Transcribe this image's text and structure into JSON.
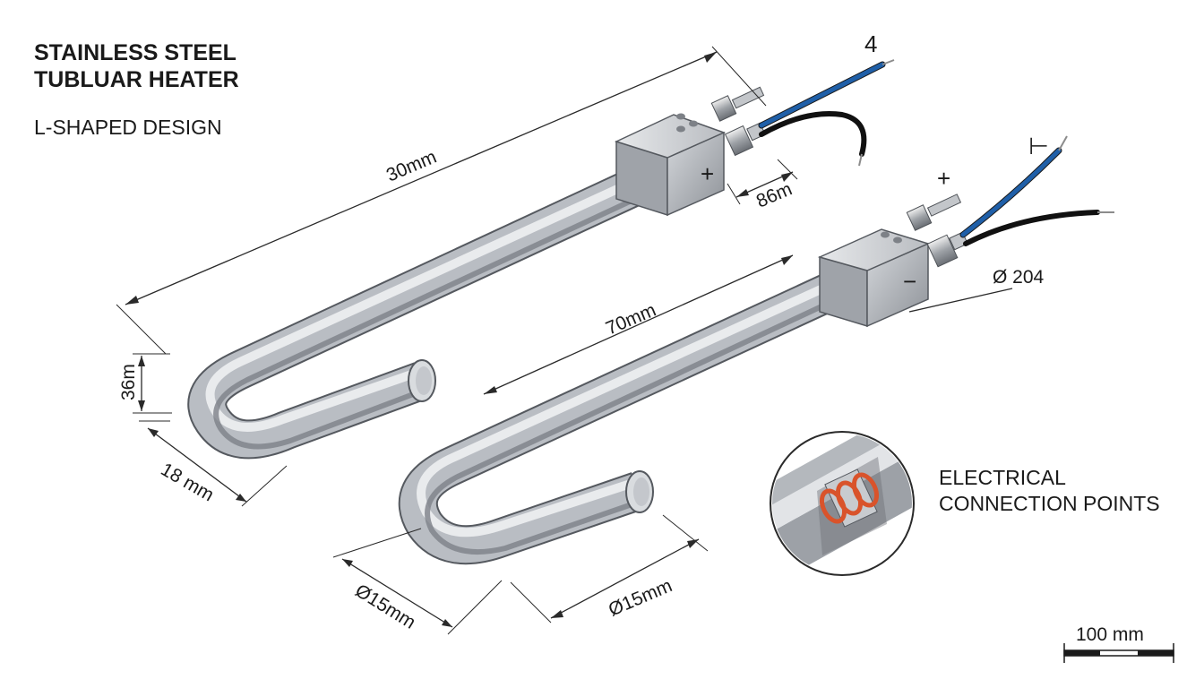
{
  "title": {
    "line1": "STAINLESS STEEL",
    "line2": "TUBLUAR HEATER",
    "subtitle": "L-SHAPED DESIGN"
  },
  "dimensions": {
    "heater1_length": "30mm",
    "heater1_terminal": "86m",
    "heater1_bend_height": "36m",
    "heater1_bend_width": "18 mm",
    "heater2_length": "70mm",
    "heater2_diameter_left": "Ø15mm",
    "heater2_diameter_right": "Ø15mm",
    "heater2_cable_dia": "Ø 204"
  },
  "terminals": {
    "heater1_wire_label": "4",
    "heater1_polarity": "+",
    "heater2_wire_label": "⊢",
    "heater2_stud_polarity": "+",
    "heater2_block_polarity": "−"
  },
  "detail": {
    "label_line1": "ELECTRICAL",
    "label_line2": "CONNECTION POINTS"
  },
  "scale_bar": {
    "label": "100 mm"
  },
  "colors": {
    "steel": "#b8bcc2",
    "wire_blue": "#1f5fa8",
    "wire_black": "#1a1a1a",
    "coil": "#d9532b"
  }
}
